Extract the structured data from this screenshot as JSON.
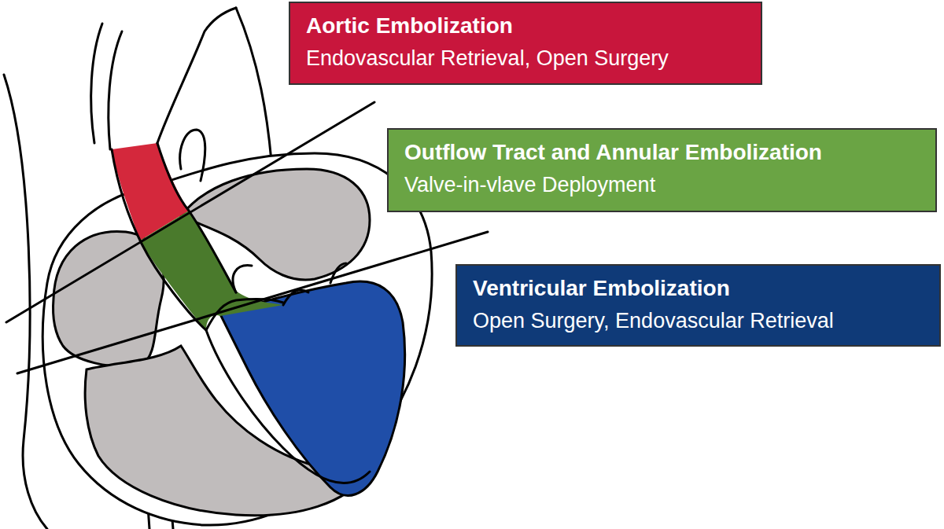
{
  "diagram": {
    "nodes": [
      {
        "text": [
          "Aortic Embolization",
          "Endovascular Retrieval, Open Surgery"
        ]
      },
      {
        "text": [
          "Outflow Tract and Annular Embolization",
          "Valve-in-vlave Deployment"
        ]
      },
      {
        "text": [
          "Ventricular Embolization",
          "Open Surgery, Endovascular Retrieval"
        ]
      }
    ]
  }
}
